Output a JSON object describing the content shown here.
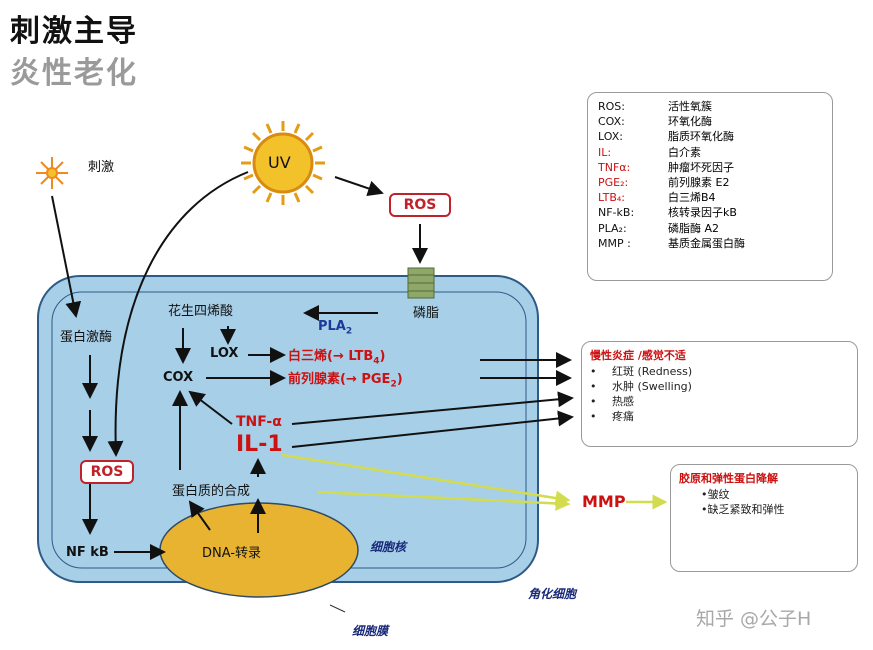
{
  "title": {
    "line1": "刺激主导",
    "line2": "炎性老化"
  },
  "labels": {
    "stimulus": "刺激",
    "uv": "UV",
    "ros_top": "ROS",
    "ros_left": "ROS",
    "phospholipid": "磷脂",
    "protease": "蛋白激酶",
    "arachidonic": "花生四烯酸",
    "pla2": "PLA",
    "pla2_sub": "2",
    "lox": "LOX",
    "cox": "COX",
    "ltb4": "白三烯(→ LTB",
    "ltb4_sub": "4",
    "ltb4_end": ")",
    "pge2": "前列腺素(→ PGE",
    "pge2_sub": "2",
    "pge2_end": ")",
    "tnf": "TNF-α",
    "il1": "IL-1",
    "protein_synth": "蛋白质的合成",
    "dna": "DNA-转录",
    "nfkb": "NF kB",
    "nucleus": "细胞核",
    "keratinocyte": "角化细胞",
    "membrane": "细胞膜",
    "mmp": "MMP"
  },
  "legend": [
    {
      "key": "ROS:",
      "value": "活性氧簇",
      "red": false
    },
    {
      "key": "COX:",
      "value": "环氧化酶",
      "red": false
    },
    {
      "key": "LOX:",
      "value": "脂质环氧化酶",
      "red": false
    },
    {
      "key": "IL:",
      "value": "白介素",
      "red": true
    },
    {
      "key": "TNFα:",
      "value": "肿瘤坏死因子",
      "red": true
    },
    {
      "key": "PGE₂:",
      "value": "前列腺素 E2",
      "red": true
    },
    {
      "key": "LTB₄:",
      "value": "白三烯B4",
      "red": true
    },
    {
      "key": "NF-kB:",
      "value": "核转录因子kB",
      "red": false
    },
    {
      "key": "PLA₂:",
      "value": "磷脂酶 A2",
      "red": false
    },
    {
      "key": "MMP :",
      "value": "基质金属蛋白酶",
      "red": false
    }
  ],
  "inflammation_box": {
    "title": "慢性炎症 /感觉不适",
    "items": [
      "红斑 (Redness)",
      "水肿   (Swelling)",
      "热感",
      "疼痛"
    ]
  },
  "collagen_box": {
    "title": "胶原和弹性蛋白降解",
    "items": [
      "•皱纹",
      "•缺乏紧致和弹性"
    ]
  },
  "watermark": "知乎 @公子H",
  "colors": {
    "cell": "#a7cfe8",
    "nucleus": "#e9b332",
    "red": "#cc1111",
    "yellow_arrow": "#d3dc4e",
    "blue_text": "#1a3b9a"
  }
}
